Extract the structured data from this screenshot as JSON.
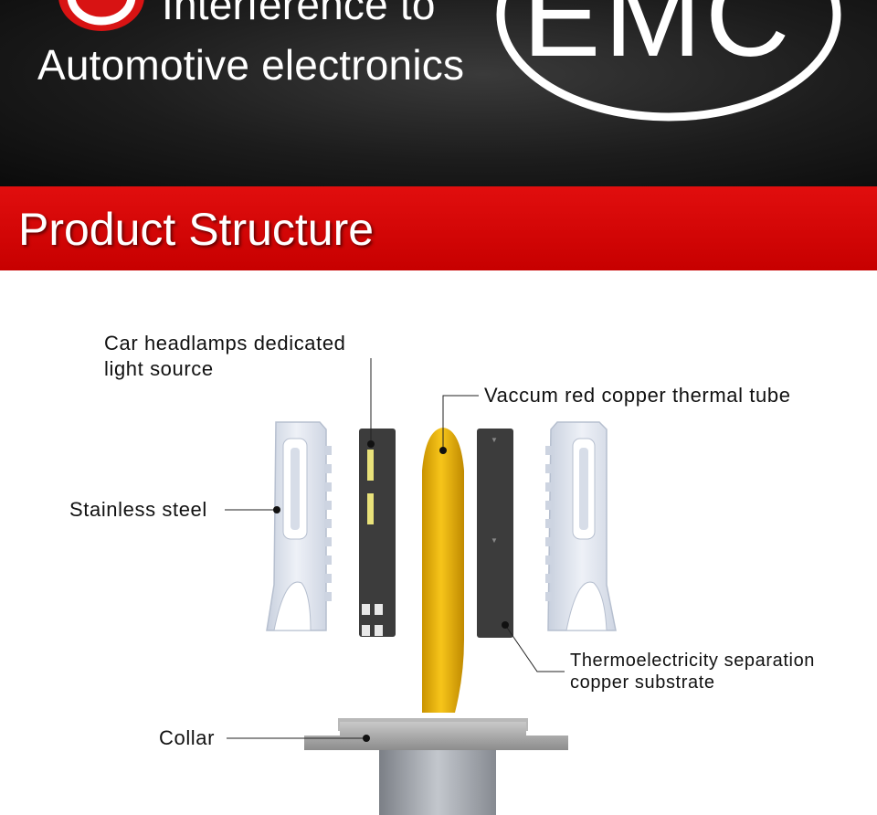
{
  "hero": {
    "line1": "Interference to",
    "line2": "Automotive electronics",
    "logo": "EMC",
    "bg_color": "#111111"
  },
  "section": {
    "title": "Product Structure",
    "bg_color": "#d40000"
  },
  "labels": {
    "light_source": [
      "Car headlamps dedicated",
      "light source"
    ],
    "thermal_tube": "Vaccum red copper thermal tube",
    "steel": "Stainless steel",
    "substrate": [
      "Thermoelectricity separation",
      "copper substrate"
    ],
    "collar": "Collar"
  },
  "colors": {
    "tube": "#e8b400",
    "steel": "#dde3ef",
    "plate": "#3c3c3c"
  }
}
